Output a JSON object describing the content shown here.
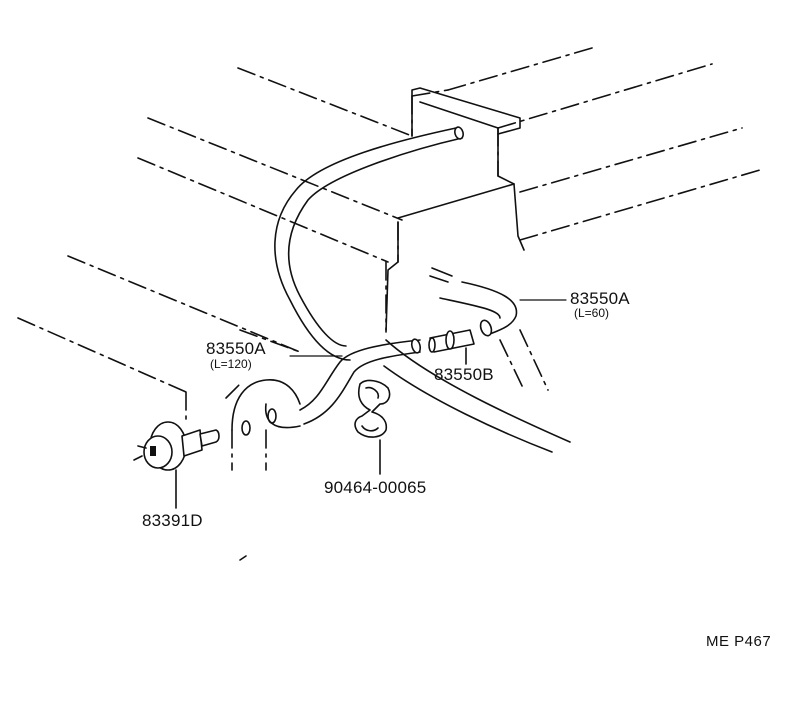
{
  "labels": {
    "hose_long": {
      "part": "83550A",
      "length": "(L=120)"
    },
    "hose_short": {
      "part": "83550A",
      "length": "(L=60)"
    },
    "connector": {
      "part": "83550B"
    },
    "clamp": {
      "part": "90464-00065"
    },
    "sensor": {
      "part": "83391D"
    }
  },
  "footer": {
    "reference": "ME  P467"
  }
}
